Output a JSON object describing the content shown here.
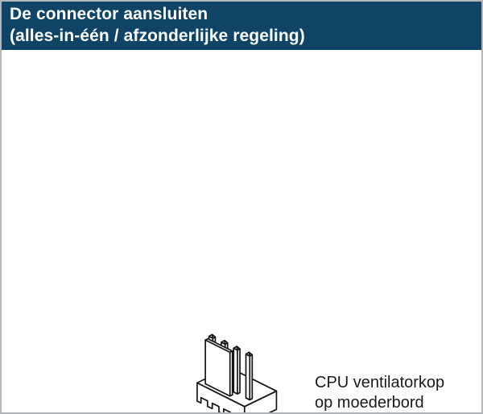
{
  "page": {
    "background": "#FFFFFF",
    "border_color": "#B3B6B9"
  },
  "header": {
    "title_line1": "De connector aansluiten",
    "title_line2": "(alles-in-één / afzonderlijke regeling)",
    "background": "#0F4466",
    "text_color": "#FFFFFF"
  },
  "figure": {
    "icon": "cpu-fan-header-connector-icon",
    "line_color": "#141414",
    "caption_line1": "CPU ventilatorkop",
    "caption_line2": "op moederbord"
  }
}
